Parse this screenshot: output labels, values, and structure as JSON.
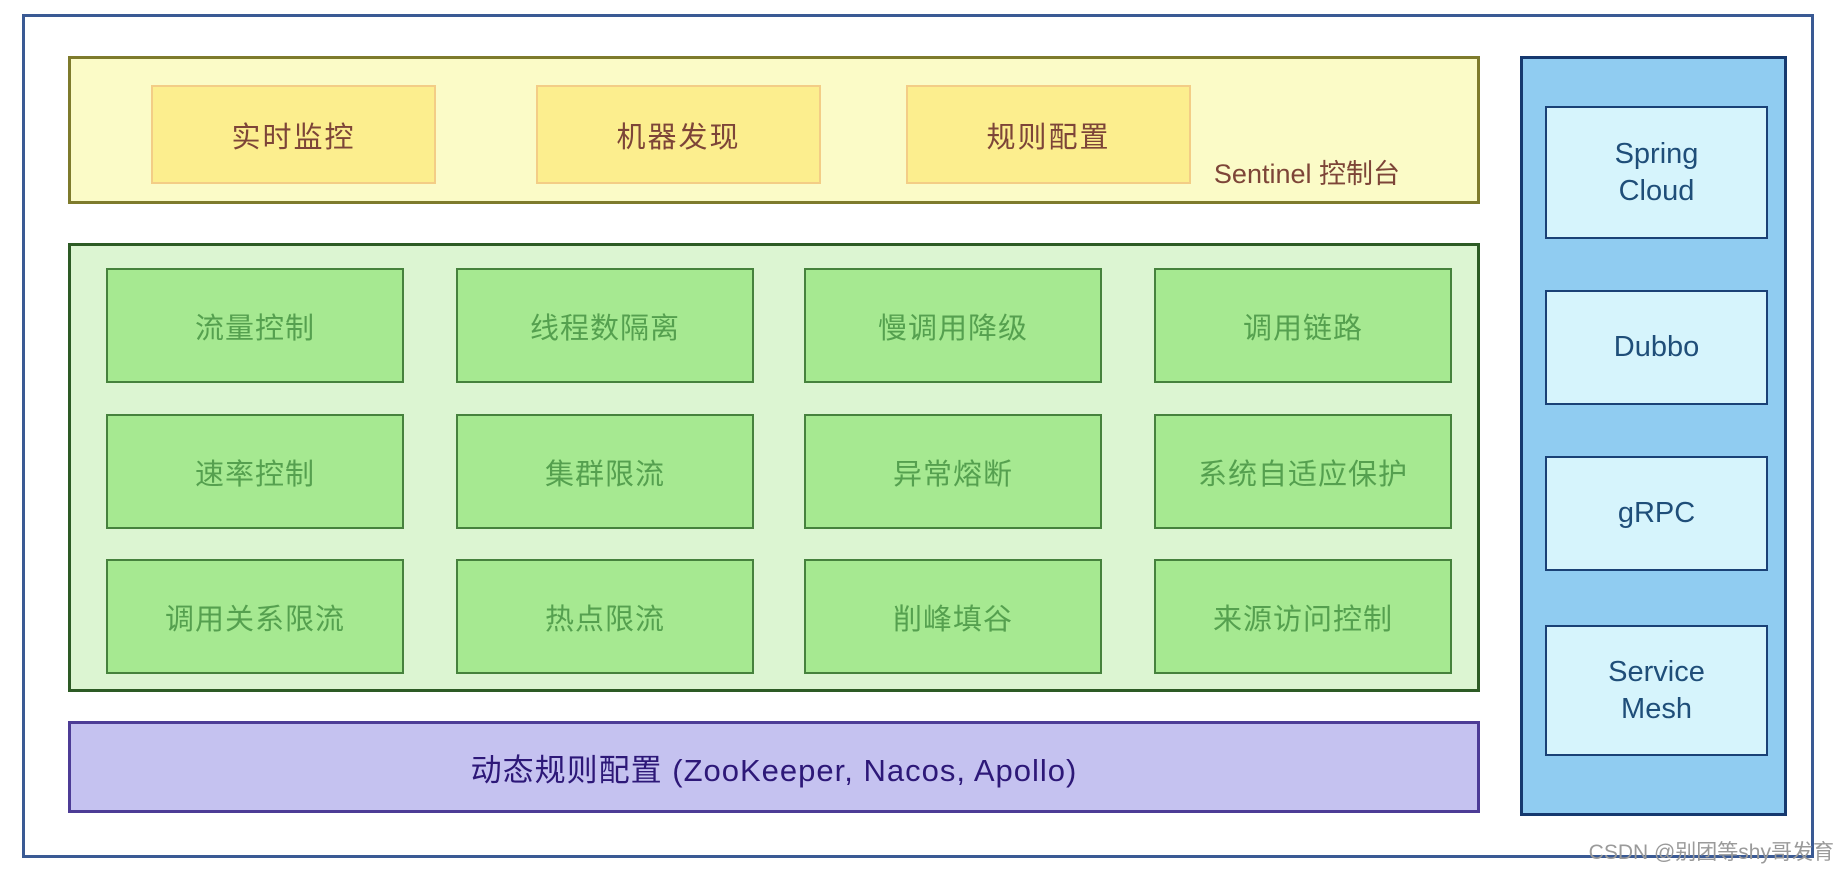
{
  "console": {
    "label": "Sentinel 控制台",
    "boxes": [
      "实时监控",
      "机器发现",
      "规则配置"
    ]
  },
  "core": {
    "boxes": [
      "流量控制",
      "线程数隔离",
      "慢调用降级",
      "调用链路",
      "速率控制",
      "集群限流",
      "异常熔断",
      "系统自适应保护",
      "调用关系限流",
      "热点限流",
      "削峰填谷",
      "来源访问控制"
    ]
  },
  "dynamic_rules": {
    "label": "动态规则配置 (ZooKeeper, Nacos, Apollo)"
  },
  "adapters": {
    "boxes": [
      "Spring Cloud",
      "Dubbo",
      "gRPC",
      "Service Mesh"
    ]
  },
  "watermark": {
    "label": "CSDN @别团等shy哥发育"
  },
  "colors": {
    "frame-border": "#3a5a94",
    "yellow-bg": "#fbfbc7",
    "yellow-border": "#7e7b2c",
    "yellow-box-bg": "#fcee8e",
    "yellow-box-border": "#f3cd86",
    "yellow-text": "#7d4538",
    "green-bg": "#dcf5d2",
    "green-border": "#2d5b25",
    "green-box-bg": "#a6e991",
    "green-box-border": "#46823d",
    "green-text": "#55a04f",
    "purple-bg": "#c5c2f0",
    "purple-border": "#4d3c96",
    "purple-text": "#2d1878",
    "blue-bg": "#90ccf1",
    "blue-border": "#16396f",
    "blue-box-bg": "#d6f4fc",
    "blue-box-border": "#1a4176",
    "blue-text": "#1f4e79",
    "watermark-text": "#9a9a9a"
  }
}
